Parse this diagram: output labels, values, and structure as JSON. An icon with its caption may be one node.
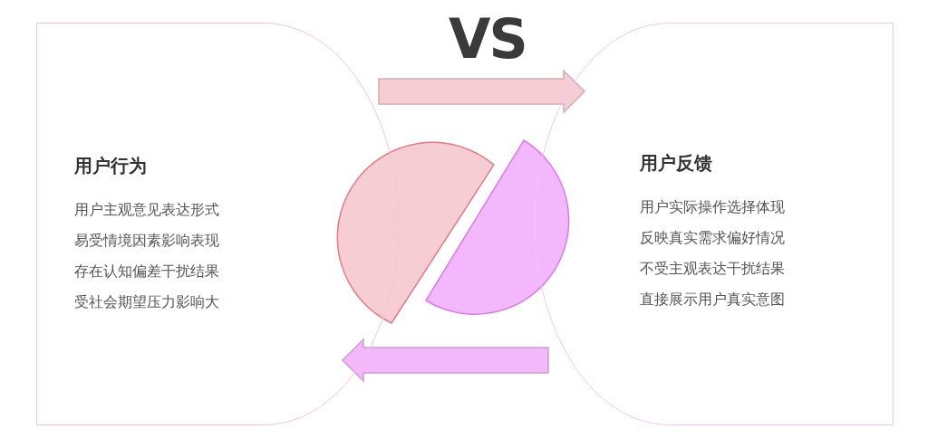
{
  "diagram": {
    "title": "VS",
    "nodes": [
      {
        "text": [
          "用户行为",
          "用户主观意见表达形式",
          "易受情境因素影响表现",
          "存在认知偏差干扰结果",
          "受社会期望压力影响大"
        ]
      },
      {
        "text": [
          "用户反馈",
          "用户实际操作选择体现",
          "反映真实需求偏好情况",
          "不受主观表达干扰结果",
          "直接展示用户真实意图"
        ]
      }
    ],
    "edges": [
      {
        "from": 0,
        "to": 1,
        "arrow": "to",
        "color": "#f5cdd3"
      },
      {
        "from": 1,
        "to": 0,
        "arrow": "to",
        "color": "#f2b8fb"
      }
    ]
  }
}
